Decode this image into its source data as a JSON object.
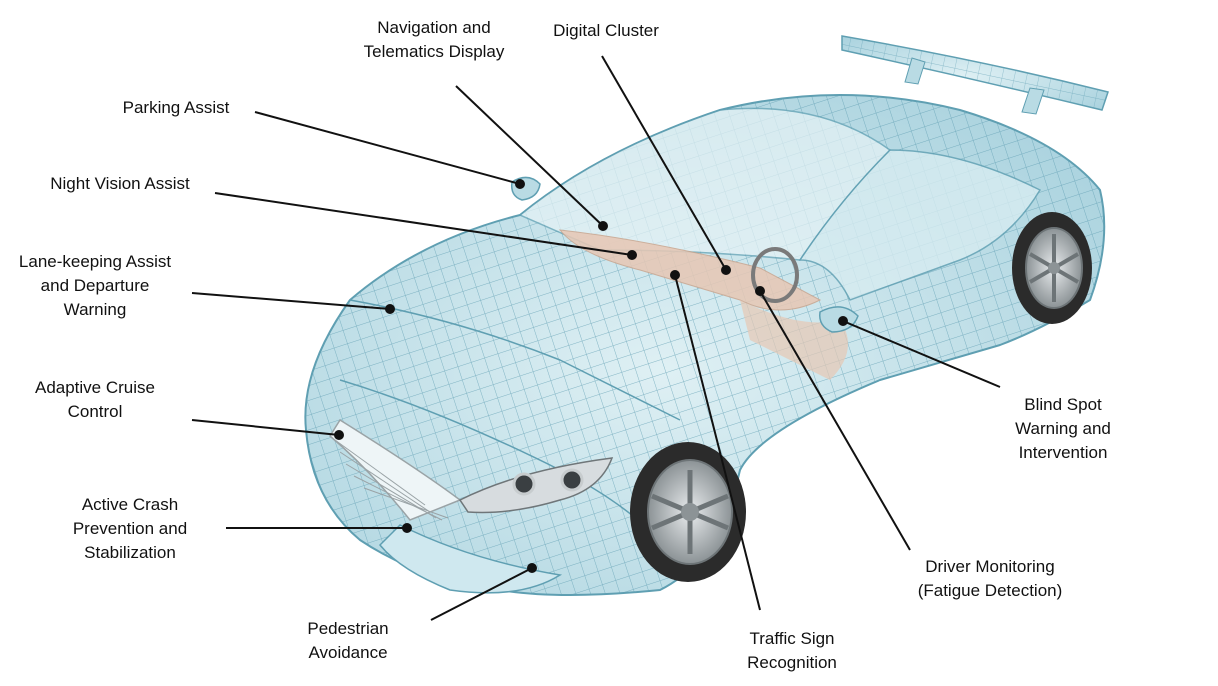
{
  "colors": {
    "wire": "#5f9fb2",
    "glass": "#cfe8ef",
    "interior": "#e7c7b4",
    "tire": "#2b2b2b",
    "rim": "#bfc5c8",
    "leader": "#111111",
    "text": "#111111"
  },
  "labels": [
    {
      "id": "navigation",
      "lines": [
        "Navigation and",
        "Telematics Display"
      ]
    },
    {
      "id": "digital-cluster",
      "lines": [
        "Digital Cluster"
      ]
    },
    {
      "id": "parking-assist",
      "lines": [
        "Parking Assist"
      ]
    },
    {
      "id": "night-vision",
      "lines": [
        "Night Vision Assist"
      ]
    },
    {
      "id": "lane-keeping",
      "lines": [
        "Lane-keeping Assist",
        "and Departure",
        "Warning"
      ]
    },
    {
      "id": "adaptive-cruise",
      "lines": [
        "Adaptive Cruise",
        "Control"
      ]
    },
    {
      "id": "active-crash",
      "lines": [
        "Active Crash",
        "Prevention and",
        "Stabilization"
      ]
    },
    {
      "id": "pedestrian",
      "lines": [
        "Pedestrian",
        "Avoidance"
      ]
    },
    {
      "id": "traffic-sign",
      "lines": [
        "Traffic Sign",
        "Recognition"
      ]
    },
    {
      "id": "driver-monitoring",
      "lines": [
        "Driver Monitoring",
        "(Fatigue Detection)"
      ]
    },
    {
      "id": "blind-spot",
      "lines": [
        "Blind Spot",
        "Warning and",
        "Intervention"
      ]
    }
  ]
}
